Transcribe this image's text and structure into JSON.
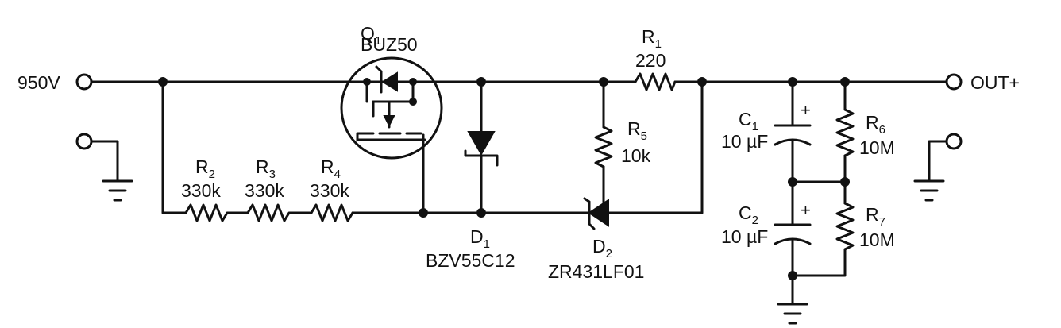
{
  "diagram": {
    "terminals": {
      "input": "950V",
      "output": "OUT+"
    },
    "components": {
      "q1": {
        "ref": "Q",
        "sub": "1",
        "value": "BUZ50"
      },
      "r1": {
        "ref": "R",
        "sub": "1",
        "value": "220"
      },
      "r2": {
        "ref": "R",
        "sub": "2",
        "value": "330k"
      },
      "r3": {
        "ref": "R",
        "sub": "3",
        "value": "330k"
      },
      "r4": {
        "ref": "R",
        "sub": "4",
        "value": "330k"
      },
      "r5": {
        "ref": "R",
        "sub": "5",
        "value": "10k"
      },
      "r6": {
        "ref": "R",
        "sub": "6",
        "value": "10M"
      },
      "r7": {
        "ref": "R",
        "sub": "7",
        "value": "10M"
      },
      "c1": {
        "ref": "C",
        "sub": "1",
        "value": "10 µF",
        "polarity": "+"
      },
      "c2": {
        "ref": "C",
        "sub": "2",
        "value": "10 µF",
        "polarity": "+"
      },
      "d1": {
        "ref": "D",
        "sub": "1",
        "value": "BZV55C12"
      },
      "d2": {
        "ref": "D",
        "sub": "2",
        "value": "ZR431LF01"
      }
    },
    "icons": [
      "mosfet-icon",
      "zener-diode-icon",
      "shunt-regulator-icon",
      "resistor-icon",
      "capacitor-icon",
      "ground-icon",
      "terminal-icon"
    ]
  }
}
